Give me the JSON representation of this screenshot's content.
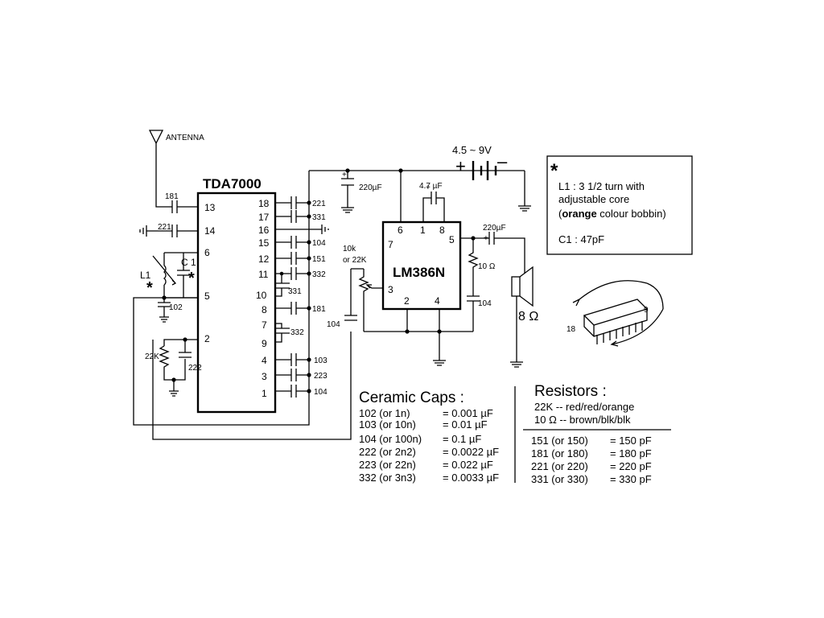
{
  "labels": {
    "antenna": "ANTENNA",
    "supply": "4.5 ~ 9V",
    "plus": "+",
    "minus": "–",
    "tda": "TDA7000",
    "lm": "LM386N",
    "l1": "L1",
    "c1": "C 1",
    "star": "*",
    "speaker": "8 Ω",
    "pot_line1": "10k",
    "pot_line2": "or 22K",
    "r22k": "22K",
    "r10": "10 Ω",
    "c220a": "220µF",
    "c220b": "220µF",
    "c47": "4.7 µF",
    "c181": "181",
    "c221": "221",
    "c102": "102",
    "c222": "222",
    "c104_pot": "104",
    "c104_out": "104",
    "pin18_label": "18",
    "pin9_label": "9"
  },
  "tda_pins": {
    "left": [
      "13",
      "14",
      "6",
      "5",
      "2"
    ],
    "right": [
      "18",
      "17",
      "16",
      "15",
      "12",
      "11",
      "10",
      "8",
      "7",
      "9",
      "4",
      "3",
      "1"
    ]
  },
  "tda_caps": [
    "221",
    "331",
    "104",
    "151",
    "332",
    "331",
    "181",
    "332",
    "103",
    "223",
    "104"
  ],
  "lm_pins": [
    "6",
    "1",
    "8",
    "7",
    "5",
    "3",
    "2",
    "4"
  ],
  "note": {
    "star": "*",
    "l1_key": "L1",
    "l1_rest": " : 3 1/2 turn with",
    "l1_line2": "adjustable core",
    "l1_line3_a": "(",
    "l1_line3_b": "orange",
    "l1_line3_c": " colour bobbin)",
    "c1_key": "C1",
    "c1_rest": " : 47pF"
  },
  "ceramic": {
    "title": "Ceramic Caps :",
    "rows": [
      [
        "102 (or 1n)",
        "= 0.001 µF"
      ],
      [
        "103 (or 10n)",
        "= 0.01 µF"
      ],
      [
        "104 (or 100n)",
        "= 0.1 µF"
      ],
      [
        "222 (or 2n2)",
        "= 0.0022 µF"
      ],
      [
        "223 (or 22n)",
        "= 0.022 µF"
      ],
      [
        "332 (or 3n3)",
        "= 0.0033 µF"
      ]
    ]
  },
  "resistors": {
    "title": "Resistors :",
    "lines": [
      "22K -- red/red/orange",
      "10 Ω -- brown/blk/blk"
    ],
    "rows": [
      [
        "151 (or 150)",
        "= 150 pF"
      ],
      [
        "181 (or 180)",
        "= 180 pF"
      ],
      [
        "221 (or 220)",
        "= 220 pF"
      ],
      [
        "331 (or 330)",
        "= 330 pF"
      ]
    ]
  }
}
